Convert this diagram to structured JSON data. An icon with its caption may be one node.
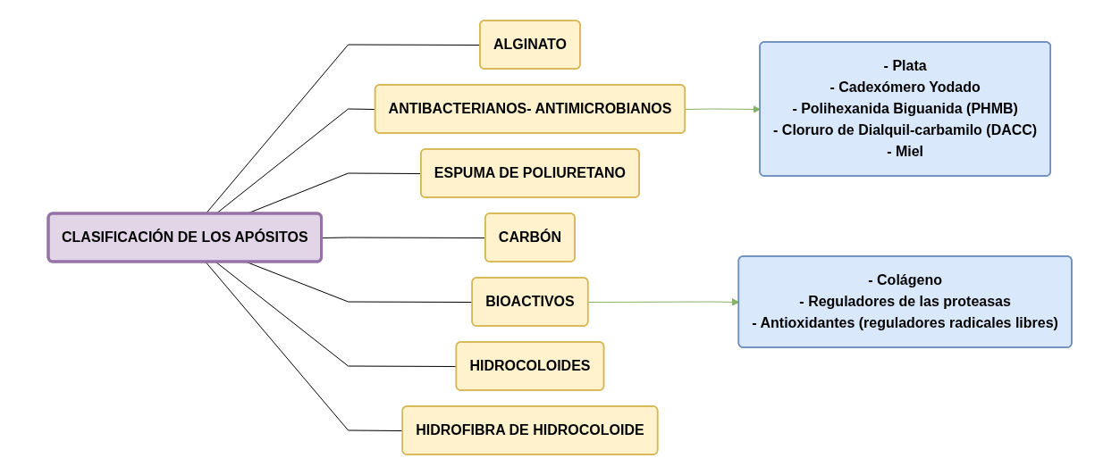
{
  "diagram": {
    "nodes": [
      {
        "text": [
          "CLASIFICACIÓN DE LOS APÓSITOS"
        ]
      },
      {
        "text": [
          "ALGINATO"
        ]
      },
      {
        "text": [
          "ANTIBACTERIANOS- ANTIMICROBIANOS"
        ]
      },
      {
        "text": [
          "ESPUMA DE POLIURETANO"
        ]
      },
      {
        "text": [
          "CARBÓN"
        ]
      },
      {
        "text": [
          "BIOACTIVOS"
        ]
      },
      {
        "text": [
          "HIDROCOLOIDES"
        ]
      },
      {
        "text": [
          "HIDROFIBRA DE HIDROCOLOIDE"
        ]
      },
      {
        "text": [
          "- Plata",
          "- Cadexómero Yodado",
          "- Polihexanida Biguanida (PHMB)",
          "- Cloruro de Dialquil-carbamilo (DACC)",
          "- Miel"
        ]
      },
      {
        "text": [
          "- Colágeno",
          "- Reguladores de las proteasas",
          "- Antioxidantes (reguladores radicales libres)"
        ]
      }
    ],
    "edges": [
      {
        "from": 0,
        "to": 1,
        "arrow": "none"
      },
      {
        "from": 0,
        "to": 2,
        "arrow": "none"
      },
      {
        "from": 0,
        "to": 3,
        "arrow": "none"
      },
      {
        "from": 0,
        "to": 4,
        "arrow": "none"
      },
      {
        "from": 0,
        "to": 5,
        "arrow": "none"
      },
      {
        "from": 0,
        "to": 6,
        "arrow": "none"
      },
      {
        "from": 0,
        "to": 7,
        "arrow": "none"
      },
      {
        "from": 2,
        "to": 8,
        "arrow": "to",
        "color": "#82b366"
      },
      {
        "from": 5,
        "to": 9,
        "arrow": "to",
        "color": "#82b366"
      }
    ]
  }
}
